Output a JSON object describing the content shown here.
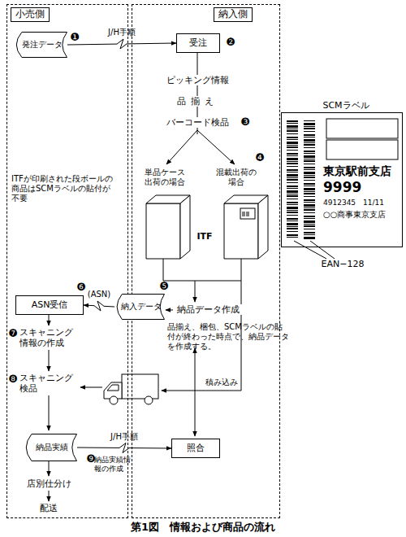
{
  "diagram": {
    "caption": "第1図　情報および商品の流れ",
    "nodes": [
      {
        "text": [
          "小売側"
        ]
      },
      {
        "text": [
          "発注データ"
        ],
        "in": 0
      },
      {
        "text": [
          "ASN受信"
        ],
        "in": 0
      },
      {
        "text": [
          "納品実績"
        ],
        "in": 0
      },
      {
        "text": [
          "納入側"
        ]
      },
      {
        "text": [
          "受注"
        ],
        "in": 4
      },
      {
        "text": [
          "納入データ"
        ],
        "in": 4
      },
      {
        "text": [
          "照合"
        ],
        "in": 4
      },
      {
        "text": [
          "SCMラベル",
          "東京駅前支店",
          "9999",
          "4912345　11/11",
          "○○商事東京支店"
        ]
      }
    ],
    "edges": [
      {
        "from": 1,
        "to": 5,
        "label": "J/H手順",
        "arrow": "to"
      },
      {
        "from": 6,
        "to": 2,
        "label": "(ASN)",
        "arrow": "to"
      },
      {
        "from": 3,
        "to": 7,
        "label": "J/H手順",
        "arrow": "to"
      }
    ],
    "labels": [
      "❶",
      "ピッキング情報",
      "品揃え",
      "バーコード検品",
      "❷",
      "❸",
      "ITFが印刷された段ボールの商品はSCMラベルの貼付が不要",
      "単品ケース出荷の場合",
      "混載出荷の場合",
      "❹",
      "ITF",
      "EAN−128",
      "❺",
      "納品データ作成",
      "品揃え、梱包、SCMラベルの貼付が終わった時点で、納品データを作成する。",
      "❻",
      "❼",
      "スキャニング情報の作成",
      "❽",
      "スキャニング検品",
      "積み込み",
      "❾",
      "納品実績情報の作成",
      "店別仕分け",
      "配送"
    ]
  }
}
